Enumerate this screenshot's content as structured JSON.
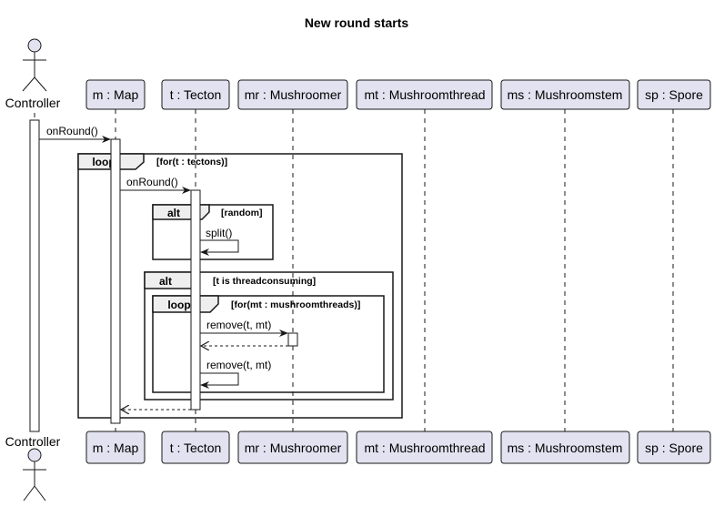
{
  "diagram": {
    "title": "New round starts",
    "colors": {
      "participant_fill": "#e2e2f0",
      "participant_stroke": "#181818",
      "lifeline": "#181818",
      "fragment_header_fill": "#eeeeee",
      "activation_fill": "#ffffff"
    },
    "actor": {
      "name": "Controller",
      "icon": "stick-figure-icon"
    },
    "participants": [
      {
        "id": "m",
        "label": "m : Map"
      },
      {
        "id": "t",
        "label": "t : Tecton"
      },
      {
        "id": "mr",
        "label": "mr : Mushroomer"
      },
      {
        "id": "mt",
        "label": "mt : Mushroomthread"
      },
      {
        "id": "ms",
        "label": "ms : Mushroomstem"
      },
      {
        "id": "sp",
        "label": "sp : Spore"
      }
    ],
    "messages": [
      {
        "label": "onRound()",
        "from": "Controller",
        "to": "m",
        "kind": "call"
      },
      {
        "label": "onRound()",
        "from": "m",
        "to": "t",
        "kind": "call"
      },
      {
        "label": "split()",
        "from": "t",
        "to": "t",
        "kind": "self"
      },
      {
        "label": "remove(t, mt)",
        "from": "t",
        "to": "mr",
        "kind": "call"
      },
      {
        "label": "",
        "from": "mr",
        "to": "t",
        "kind": "return"
      },
      {
        "label": "remove(t, mt)",
        "from": "t",
        "to": "t",
        "kind": "self"
      },
      {
        "label": "",
        "from": "t",
        "to": "m",
        "kind": "return"
      }
    ],
    "fragments": [
      {
        "operator": "loop",
        "guard": "[for(t : tectons)]"
      },
      {
        "operator": "alt",
        "guard": "[random]"
      },
      {
        "operator": "alt",
        "guard": "[t is threadconsuming]"
      },
      {
        "operator": "loop",
        "guard": "[for(mt : mushroomthreads)]"
      }
    ]
  }
}
